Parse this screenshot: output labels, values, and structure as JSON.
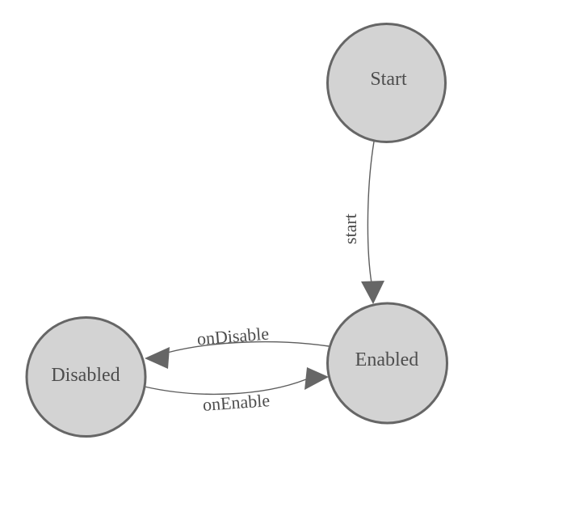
{
  "diagram": {
    "type": "state-machine",
    "background": "#ffffff",
    "colors": {
      "node_fill": "#d3d3d3",
      "node_border": "#666666",
      "edge_line": "#5d5d5d",
      "arrow_fill": "#666666",
      "text": "#4d4d4d"
    },
    "nodes": [
      {
        "id": "start",
        "label": "Start"
      },
      {
        "id": "enabled",
        "label": "Enabled"
      },
      {
        "id": "disabled",
        "label": "Disabled"
      }
    ],
    "edges": [
      {
        "from": "Start",
        "to": "Enabled",
        "label": "start"
      },
      {
        "from": "Enabled",
        "to": "Disabled",
        "label": "onDisable"
      },
      {
        "from": "Disabled",
        "to": "Enabled",
        "label": "onEnable"
      }
    ]
  }
}
